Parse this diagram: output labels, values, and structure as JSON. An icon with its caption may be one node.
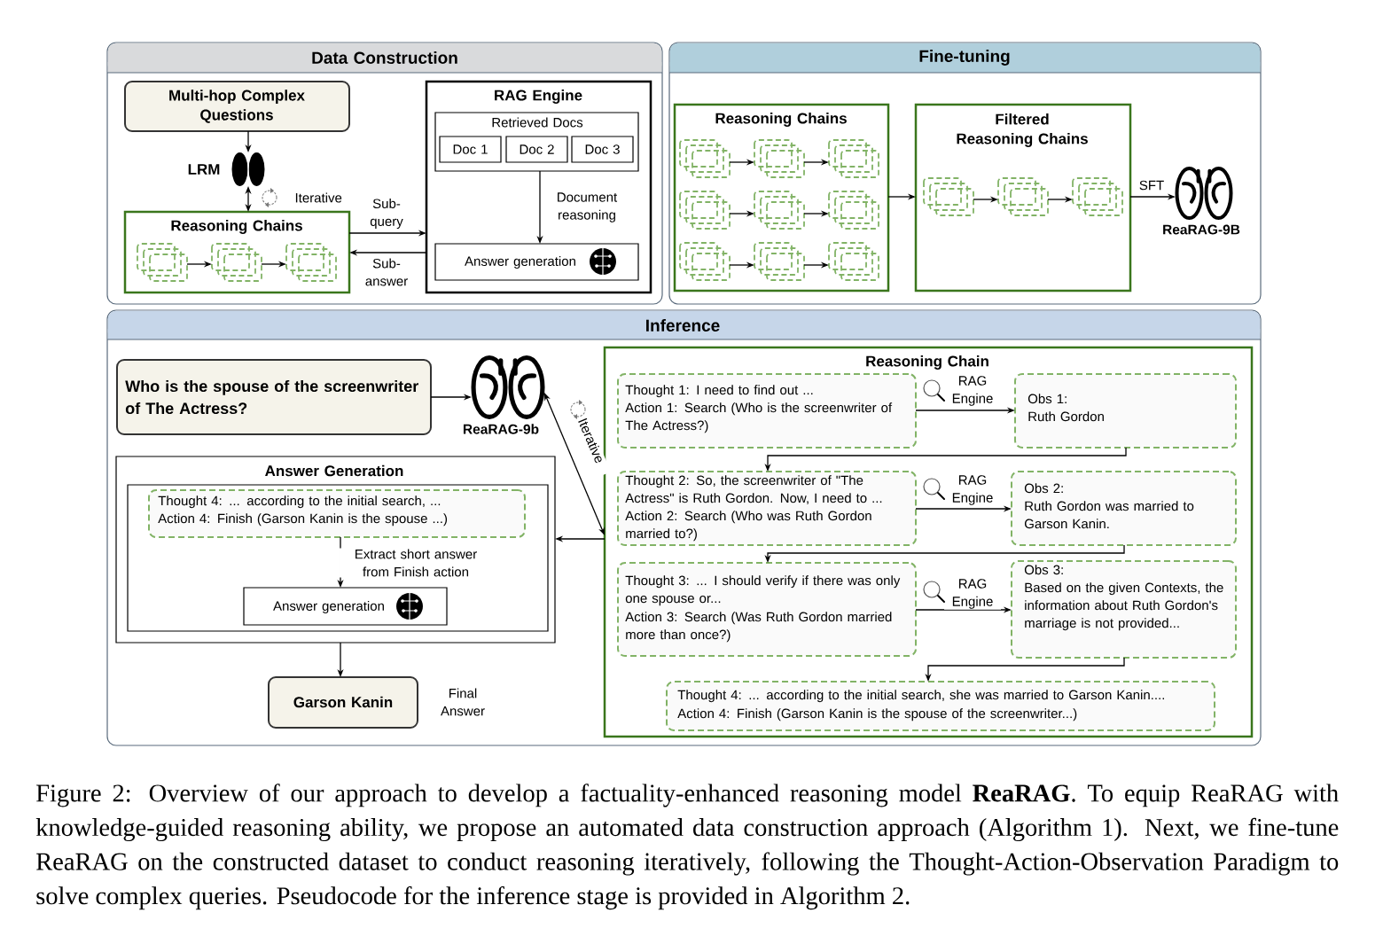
{
  "diagram": {
    "caption": "Figure 2: Overview of our approach to develop a factuality-enhanced reasoning model **ReaRAG**. To equip ReaRAG with knowledge-guided reasoning ability, we propose an automated data construction approach (Algorithm 1). Next, we fine-tune ReaRAG on the constructed dataset to conduct reasoning iteratively, following the Thought-Action-Observation Paradigm to solve complex queries. Pseudocode for the inference stage is provided in Algorithm 2.",
    "nodes": [
      {
        "text": [
          "Data Construction"
        ]
      },
      {
        "text": [
          "Multi-hop Complex Questions"
        ],
        "in": 0
      },
      {
        "text": [],
        "shape": "brain",
        "beside": [
          "LRM"
        ],
        "in": 0
      },
      {
        "text": [
          "Reasoning Chains"
        ],
        "in": 0
      },
      {
        "text": [],
        "shape": "stack",
        "in": 3
      },
      {
        "text": [],
        "shape": "stack",
        "in": 3
      },
      {
        "text": [],
        "shape": "stack",
        "in": 3
      },
      {
        "text": [
          "RAG Engine"
        ],
        "in": 0
      },
      {
        "text": [
          "Retrieved Docs"
        ],
        "in": 7
      },
      {
        "text": [
          "Doc 1"
        ],
        "in": 8
      },
      {
        "text": [
          "Doc 2"
        ],
        "in": 8
      },
      {
        "text": [
          "Doc 3"
        ],
        "in": 8
      },
      {
        "text": [
          "Answer generation"
        ],
        "in": 7
      },
      {
        "text": [
          "Fine-tuning"
        ]
      },
      {
        "text": [
          "Reasoning Chains"
        ],
        "in": 13
      },
      {
        "text": [],
        "shape": "stack",
        "in": 14
      },
      {
        "text": [],
        "shape": "stack",
        "in": 14
      },
      {
        "text": [],
        "shape": "stack",
        "in": 14
      },
      {
        "text": [],
        "shape": "stack",
        "in": 14
      },
      {
        "text": [],
        "shape": "stack",
        "in": 14
      },
      {
        "text": [],
        "shape": "stack",
        "in": 14
      },
      {
        "text": [],
        "shape": "stack",
        "in": 14
      },
      {
        "text": [],
        "shape": "stack",
        "in": 14
      },
      {
        "text": [],
        "shape": "stack",
        "in": 14
      },
      {
        "text": [
          "Filtered Reasoning Chains"
        ],
        "in": 13
      },
      {
        "text": [],
        "shape": "stack",
        "in": 24
      },
      {
        "text": [],
        "shape": "stack",
        "in": 24
      },
      {
        "text": [],
        "shape": "stack",
        "in": 24
      },
      {
        "text": [],
        "shape": "brain",
        "beside": [
          "ReaRAG-9B"
        ],
        "in": 13
      },
      {
        "text": [
          "Inference"
        ]
      },
      {
        "text": [
          "Who is the spouse of the screenwriter of The Actress?"
        ],
        "in": 29
      },
      {
        "text": [],
        "shape": "brain",
        "beside": [
          "ReaRAG-9b"
        ],
        "in": 29
      },
      {
        "text": [
          "Answer Generation"
        ],
        "in": 29
      },
      {
        "text": [],
        "shape": "box",
        "in": 32
      },
      {
        "text": [
          "Thought 4: ... according to the initial search, ...",
          "Action 4: Finish (Garson Kanin is the spouse ...)"
        ],
        "in": 33
      },
      {
        "text": [
          "Answer generation"
        ],
        "in": 33
      },
      {
        "text": [
          "Garson Kanin"
        ],
        "beside": [
          "Final Answer"
        ],
        "in": 29
      },
      {
        "text": [
          "Reasoning Chain"
        ],
        "in": 29
      },
      {
        "text": [
          "Thought 1: I need to find out ...",
          "Action 1: Search (Who is the screenwriter of The Actress?)"
        ],
        "in": 37
      },
      {
        "text": [
          "Obs 1:",
          "Ruth Gordon"
        ],
        "in": 37
      },
      {
        "text": [
          "Thought 2: So, the screenwriter of \"The Actress\" is Ruth Gordon. Now, I need to ...",
          "Action 2: Search (Who was Ruth Gordon married to?)"
        ],
        "in": 37
      },
      {
        "text": [
          "Obs 2:",
          "Ruth Gordon was married to Garson Kanin."
        ],
        "in": 37
      },
      {
        "text": [
          "Thought 3: ... I should verify if there was only one spouse or...",
          "Action 3: Search (Was Ruth Gordon married more than once?)"
        ],
        "in": 37
      },
      {
        "text": [
          "Obs 3:",
          "Based on the given Contexts, the information about Ruth Gordon's marriage is not provided..."
        ],
        "in": 37
      },
      {
        "text": [
          "Thought 4: ... according to the initial search, she was married to Garson Kanin....",
          "Action 4: Finish (Garson Kanin is the spouse of the screenwriter...)"
        ],
        "in": 37
      }
    ],
    "edges": [
      {
        "from": 1,
        "to": 2,
        "arrow": "to"
      },
      {
        "from": 2,
        "to": 3,
        "arrow": "both",
        "label": "Iterative"
      },
      {
        "from": 3,
        "to": 7,
        "arrow": "to",
        "label": "Sub- query"
      },
      {
        "from": 7,
        "to": 3,
        "arrow": "to",
        "label": "Sub- answer"
      },
      {
        "from": 8,
        "to": 12,
        "arrow": "to",
        "label": "Document reasoning"
      },
      {
        "from": 4,
        "to": 5,
        "arrow": "to"
      },
      {
        "from": 5,
        "to": 6,
        "arrow": "to"
      },
      {
        "from": 15,
        "to": 16,
        "arrow": "to"
      },
      {
        "from": 16,
        "to": 17,
        "arrow": "to"
      },
      {
        "from": 18,
        "to": 19,
        "arrow": "to"
      },
      {
        "from": 19,
        "to": 20,
        "arrow": "to"
      },
      {
        "from": 21,
        "to": 22,
        "arrow": "to"
      },
      {
        "from": 22,
        "to": 23,
        "arrow": "to"
      },
      {
        "from": 25,
        "to": 26,
        "arrow": "to"
      },
      {
        "from": 26,
        "to": 27,
        "arrow": "to"
      },
      {
        "from": 14,
        "to": 24,
        "arrow": "to"
      },
      {
        "from": 24,
        "to": 28,
        "arrow": "to",
        "label": "SFT"
      },
      {
        "from": 30,
        "to": 31,
        "arrow": "to"
      },
      {
        "from": 31,
        "to": 37,
        "arrow": "both",
        "label": "Iterative"
      },
      {
        "from": 37,
        "to": 32,
        "arrow": "to"
      },
      {
        "from": 34,
        "to": 35,
        "arrow": "to",
        "label": "Extract short answer from Finish action"
      },
      {
        "from": 32,
        "to": 36,
        "arrow": "to"
      },
      {
        "from": 38,
        "to": 39,
        "arrow": "to",
        "label": "RAG Engine"
      },
      {
        "from": 39,
        "to": 40,
        "arrow": "to"
      },
      {
        "from": 40,
        "to": 41,
        "arrow": "to",
        "label": "RAG Engine"
      },
      {
        "from": 41,
        "to": 42,
        "arrow": "to"
      },
      {
        "from": 42,
        "to": 43,
        "arrow": "to",
        "label": "RAG Engine"
      },
      {
        "from": 43,
        "to": 44,
        "arrow": "to"
      }
    ]
  }
}
